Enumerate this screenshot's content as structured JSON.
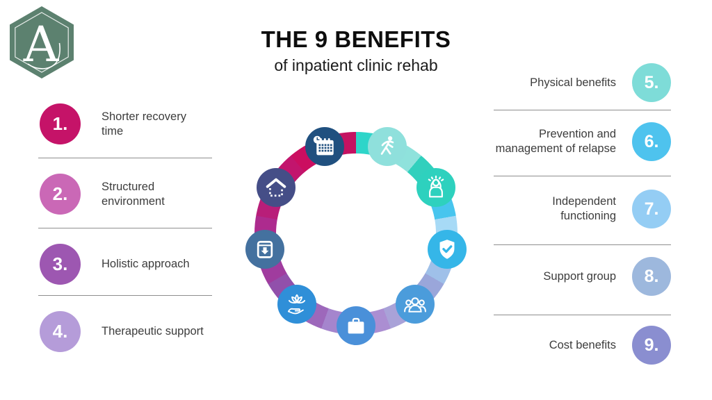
{
  "logo": {
    "letter": "A",
    "color": "#5c816f"
  },
  "header": {
    "title": "THE 9 BENEFITS",
    "subtitle": "of inpatient clinic rehab"
  },
  "left_items": [
    {
      "number": "1.",
      "label": "Shorter recovery time",
      "color": "#c51368"
    },
    {
      "number": "2.",
      "label": "Structured environment",
      "color": "#ca68b6"
    },
    {
      "number": "3.",
      "label": "Holistic approach",
      "color": "#9d57b1"
    },
    {
      "number": "4.",
      "label": "Therapeutic support",
      "color": "#b59cd9"
    }
  ],
  "right_items": [
    {
      "number": "5.",
      "label": "Physical benefits",
      "color": "#7edcd8"
    },
    {
      "number": "6.",
      "label": "Prevention and management of relapse",
      "color": "#4ec3ee"
    },
    {
      "number": "7.",
      "label": "Independent functioning",
      "color": "#94cdf4"
    },
    {
      "number": "8.",
      "label": "Support group",
      "color": "#9db8dd"
    },
    {
      "number": "9.",
      "label": "Cost benefits",
      "color": "#8a8ed0"
    }
  ],
  "ring": {
    "segments": [
      "#2ed5c9",
      "#8fe2dc",
      "#31d0bd",
      "#48c5ee",
      "#a7daf6",
      "#9fc0e9",
      "#9aa6da",
      "#a9a2d8",
      "#ab8ed2",
      "#a585cd",
      "#9d68bb",
      "#9150ab",
      "#a03c9e",
      "#ad2b8e",
      "#b81e79",
      "#c2156d",
      "#cb0e60",
      "#c41261"
    ],
    "icons": [
      {
        "name": "calendar-clock-icon",
        "color": "#20507f",
        "angle": 340
      },
      {
        "name": "stretching-person-icon",
        "color": "#8fe0dc",
        "angle": 20
      },
      {
        "name": "stress-relief-person-icon",
        "color": "#2ed1be",
        "angle": 60
      },
      {
        "name": "shield-check-icon",
        "color": "#35b6e8",
        "angle": 100
      },
      {
        "name": "support-group-icon",
        "color": "#4b9cdb",
        "angle": 140
      },
      {
        "name": "briefcase-icon",
        "color": "#4a90d9",
        "angle": 180
      },
      {
        "name": "hand-lotus-icon",
        "color": "#2f8fd8",
        "angle": 220
      },
      {
        "name": "inbox-arrow-icon",
        "color": "#44719f",
        "angle": 260
      },
      {
        "name": "house-icon",
        "color": "#454e87",
        "angle": 300
      }
    ]
  }
}
